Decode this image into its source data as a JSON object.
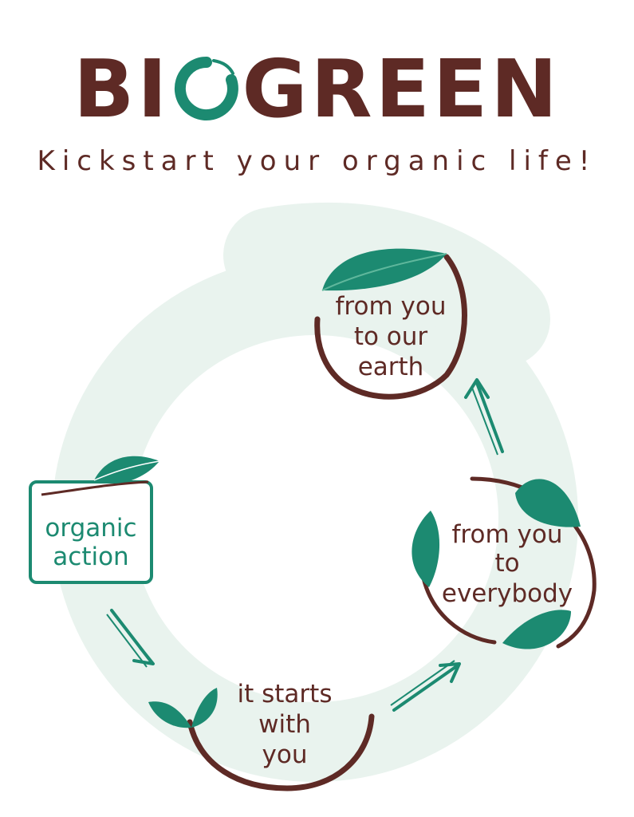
{
  "brand": {
    "name_before_o": "BI",
    "name_after_o": "GREEN",
    "tagline": "Kickstart your organic life!",
    "colors": {
      "brown": "#5e2a25",
      "green": "#1c8a71",
      "light_green": "#e9f3ee"
    }
  },
  "cycle": {
    "stages": [
      {
        "lines": [
          "organic",
          "action"
        ]
      },
      {
        "lines": [
          "it starts",
          "with",
          "you"
        ]
      },
      {
        "lines": [
          "from you",
          "to",
          "everybody"
        ]
      },
      {
        "lines": [
          "from you",
          "to our",
          "earth"
        ]
      }
    ]
  }
}
